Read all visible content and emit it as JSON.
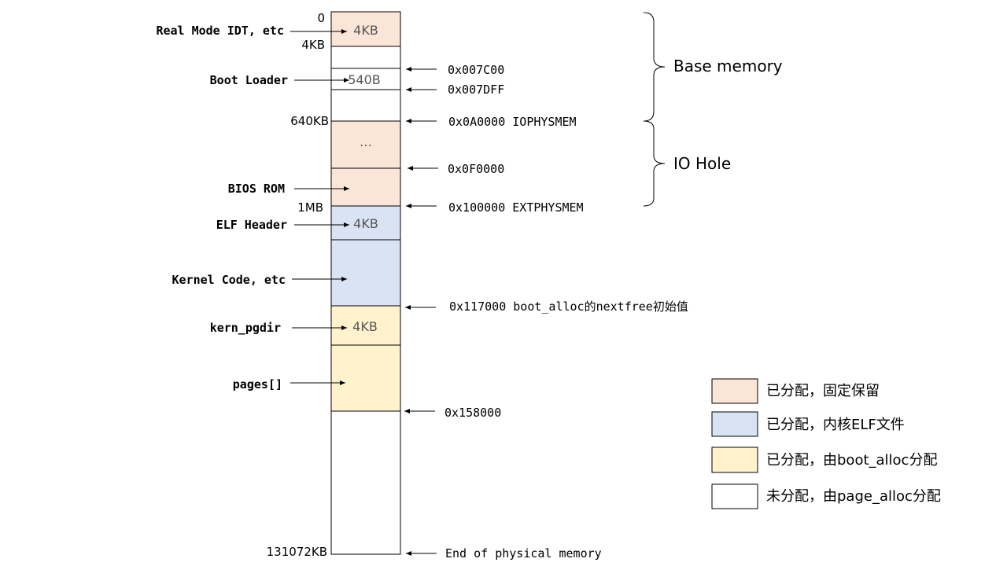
{
  "memory_map": {
    "blocks": [
      {
        "id": "realmode",
        "label": "4KB",
        "fill": "#fbe5d6"
      },
      {
        "id": "gap1",
        "label": "",
        "fill": "#ffffff"
      },
      {
        "id": "bootloader",
        "label": "540B",
        "fill": "#ffffff"
      },
      {
        "id": "gap2",
        "label": "",
        "fill": "#ffffff"
      },
      {
        "id": "iohole-top",
        "label": "…",
        "fill": "#fbe5d6"
      },
      {
        "id": "bios",
        "label": "",
        "fill": "#fbe5d6"
      },
      {
        "id": "elfheader",
        "label": "4KB",
        "fill": "#dae3f3"
      },
      {
        "id": "kernelcode",
        "label": "",
        "fill": "#dae3f3"
      },
      {
        "id": "kernpgdir",
        "label": "4KB",
        "fill": "#fff2cc"
      },
      {
        "id": "pages",
        "label": "",
        "fill": "#fff2cc"
      },
      {
        "id": "free",
        "label": "",
        "fill": "#ffffff"
      }
    ],
    "size_markers": [
      "0",
      "4KB",
      "640KB",
      "1MB",
      "131072KB"
    ],
    "left_labels": [
      "Real Mode IDT, etc",
      "Boot Loader",
      "BIOS ROM",
      "ELF Header",
      "Kernel Code, etc",
      "kern_pgdir",
      "pages[]"
    ],
    "right_addresses": [
      "0x007C00",
      "0x007DFF",
      "0x0A0000 IOPHYSMEM",
      "0x0F0000",
      "0x100000 EXTPHYSMEM",
      "0x117000 boot_alloc的nextfree初始值",
      "0x158000",
      "End of physical memory"
    ],
    "braces": [
      "Base memory",
      "IO Hole"
    ]
  },
  "legend": [
    {
      "color": "#fbe5d6",
      "label": "已分配，固定保留"
    },
    {
      "color": "#dae3f3",
      "label": "已分配，内核ELF文件"
    },
    {
      "color": "#fff2cc",
      "label": "已分配，由boot_alloc分配"
    },
    {
      "color": "#ffffff",
      "label": "未分配，由page_alloc分配"
    }
  ]
}
